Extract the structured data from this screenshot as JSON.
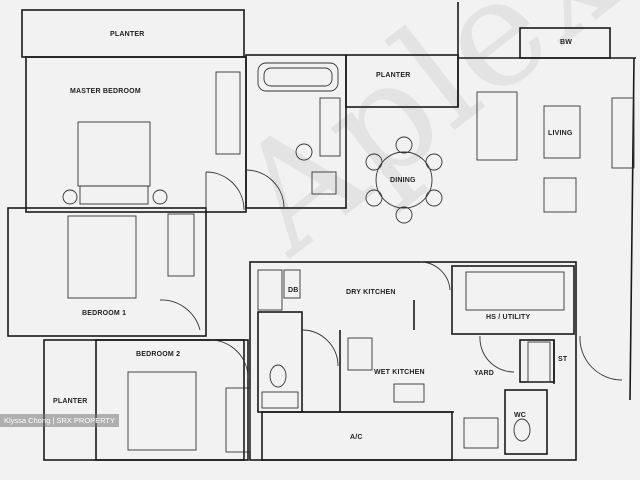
{
  "floor_plan": {
    "rooms": {
      "planter_top": "PLANTER",
      "master_bedroom": "MASTER BEDROOM",
      "planter_mid": "PLANTER",
      "bw": "BW",
      "dining": "DINING",
      "living": "LIVING",
      "bedroom_1": "BEDROOM 1",
      "dry_kitchen": "DRY KITCHEN",
      "db": "DB",
      "hs_utility": "HS / UTILITY",
      "bedroom_2": "BEDROOM 2",
      "wet_kitchen": "WET KITCHEN",
      "yard": "YARD",
      "st": "ST",
      "wc": "WC",
      "planter_left": "PLANTER",
      "ac": "A/C"
    },
    "caption": "Klyssa Chong | SRX PROPERTY"
  }
}
